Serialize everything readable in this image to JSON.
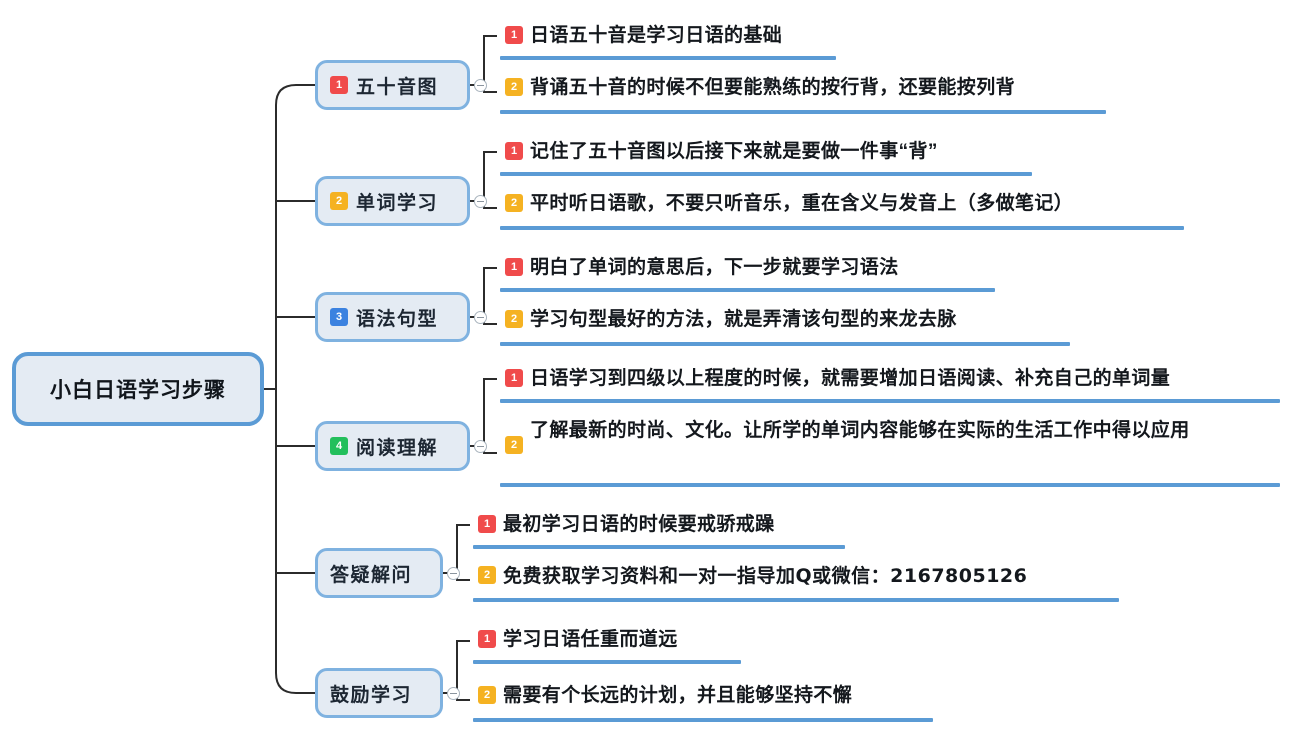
{
  "root": {
    "label": "小白日语学习步骤"
  },
  "branches": [
    {
      "label": "五十音图",
      "badge": "1",
      "badge_color": "red",
      "toggle": "collapse-toggle",
      "leaves": [
        {
          "badge": "1",
          "badge_color": "red",
          "text": "日语五十音是学习日语的基础"
        },
        {
          "badge": "2",
          "badge_color": "orange",
          "text": "背诵五十音的时候不但要能熟练的按行背，还要能按列背"
        }
      ]
    },
    {
      "label": "单词学习",
      "badge": "2",
      "badge_color": "orange",
      "toggle": "collapse-toggle",
      "leaves": [
        {
          "badge": "1",
          "badge_color": "red",
          "text": "记住了五十音图以后接下来就是要做一件事“背”"
        },
        {
          "badge": "2",
          "badge_color": "orange",
          "text": "平时听日语歌，不要只听音乐，重在含义与发音上（多做笔记）"
        }
      ]
    },
    {
      "label": "语法句型",
      "badge": "3",
      "badge_color": "blue",
      "toggle": "collapse-toggle",
      "leaves": [
        {
          "badge": "1",
          "badge_color": "red",
          "text": "明白了单词的意思后，下一步就要学习语法"
        },
        {
          "badge": "2",
          "badge_color": "orange",
          "text": "学习句型最好的方法，就是弄清该句型的来龙去脉"
        }
      ]
    },
    {
      "label": "阅读理解",
      "badge": "4",
      "badge_color": "green",
      "toggle": "collapse-toggle",
      "leaves": [
        {
          "badge": "1",
          "badge_color": "red",
          "text": "日语学习到四级以上程度的时候，就需要增加日语阅读、补充自己的单词量"
        },
        {
          "badge": "2",
          "badge_color": "orange",
          "text": "了解最新的时尚、文化。让所学的单词内容能够在实际的生活工作中得以应用"
        }
      ]
    },
    {
      "label": "答疑解问",
      "badge": "",
      "badge_color": "",
      "toggle": "collapse-toggle",
      "leaves": [
        {
          "badge": "1",
          "badge_color": "red",
          "text": "最初学习日语的时候要戒骄戒躁"
        },
        {
          "badge": "2",
          "badge_color": "orange",
          "text": "免费获取学习资料和一对一指导加Q或微信：2167805126"
        }
      ]
    },
    {
      "label": "鼓励学习",
      "badge": "",
      "badge_color": "",
      "toggle": "collapse-toggle",
      "leaves": [
        {
          "badge": "1",
          "badge_color": "red",
          "text": "学习日语任重而道远"
        },
        {
          "badge": "2",
          "badge_color": "orange",
          "text": "需要有个长远的计划，并且能够坚持不懈"
        }
      ]
    }
  ],
  "colors": {
    "accent": "#5b9bd5",
    "node_fill": "#e4ebf3",
    "node_border": "#7fb2e0",
    "badge_red": "#f04b4b",
    "badge_orange": "#f5b222",
    "badge_blue": "#3b82e0",
    "badge_green": "#23bf5c",
    "wire": "#2b2b2b"
  }
}
